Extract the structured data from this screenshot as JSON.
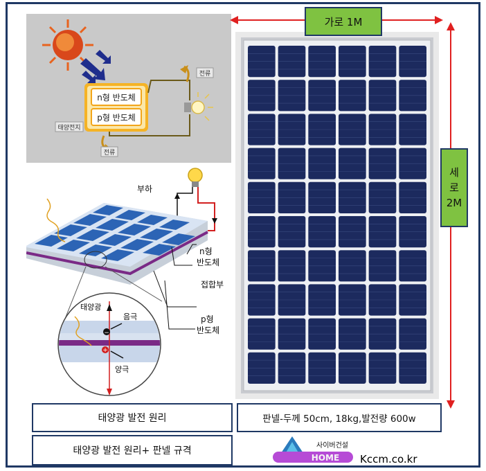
{
  "dimensions": {
    "width_label": "가로 1M",
    "height_label_lines": [
      "세",
      "로",
      "2M"
    ]
  },
  "top_diagram": {
    "n_layer": "n형 반도체",
    "p_layer": "p형 반도체",
    "cell_label": "태양전지",
    "current_top": "전류",
    "current_bottom": "전류"
  },
  "cell_diagram": {
    "load": "부하",
    "n_type": "n형\n반도체",
    "junction": "접합부",
    "p_type": "p형\n반도체",
    "sunlight": "태양광",
    "negative_electrode": "음극",
    "positive_electrode": "양극",
    "electron_symbol": "−",
    "hole_symbol": "+"
  },
  "captions": {
    "principle": "태양광 발전 원리",
    "panel_spec": "판넬-두께 50cm, 18kg,발전량 600w",
    "title": "태양광 발전 원리+ 판넬 규격"
  },
  "logo": {
    "brand_line": "사이버건설",
    "home": "HOME"
  },
  "site": {
    "url": "Kccm.co.kr"
  },
  "colors": {
    "frame": "#1f3864",
    "label_green": "#7fc241",
    "dimension_arrow": "#e02020",
    "panel_cell": "#1c2a5e",
    "sun": "#e8631f"
  }
}
